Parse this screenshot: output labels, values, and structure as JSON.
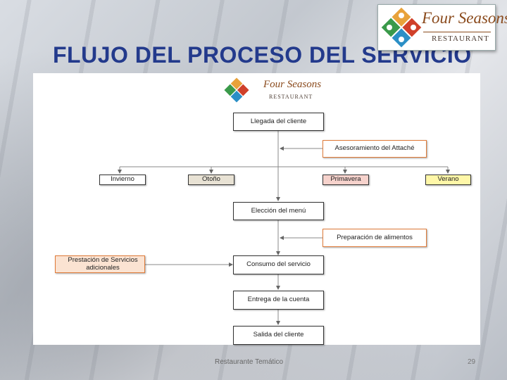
{
  "slide": {
    "title": "FLUJO DEL PROCESO DEL SERVICIO",
    "footer": "Restaurante Temático",
    "page_number": "29"
  },
  "logo": {
    "name": "Four Seasons",
    "subtitle": "RESTAURANT"
  },
  "diagram": {
    "nodes": {
      "llegada": "Llegada del cliente",
      "asesoramiento": "Asesoramiento del Attaché",
      "invierno": "Invierno",
      "otono": "Otoño",
      "primavera": "Primavera",
      "verano": "Verano",
      "eleccion": "Elección del menú",
      "preparacion": "Preparación de alimentos",
      "prestacion": "Prestación de Servicios adicionales",
      "consumo": "Consumo del servicio",
      "entrega": "Entrega de la cuenta",
      "salida": "Salida del cliente"
    }
  },
  "colors": {
    "title": "#233a8c",
    "box_border_accent": "#e07b39",
    "season_invierno": "#ffffff",
    "season_otono": "#e8e2d4",
    "season_primavera": "#f6d2cc",
    "season_verano": "#fff7a8",
    "prestacion_fill": "#fbe3d2"
  }
}
